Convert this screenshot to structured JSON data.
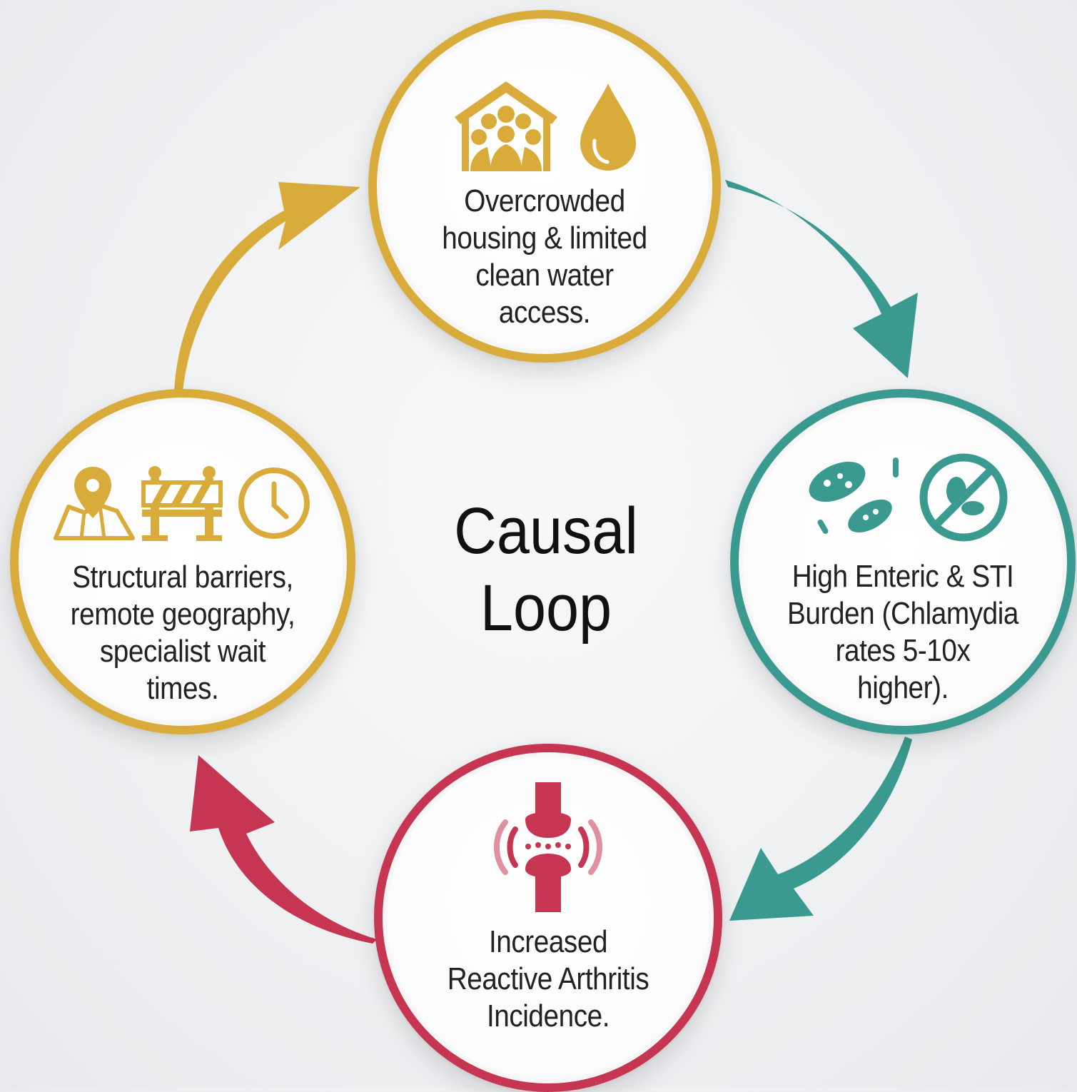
{
  "title": [
    "Causal",
    "Loop"
  ],
  "colors": {
    "gold": "#d9ab3a",
    "teal": "#3a9a8f",
    "crimson": "#c63552",
    "background": "#eef0f2"
  },
  "nodes": {
    "housing": {
      "lines": [
        "Overcrowded",
        "housing & limited",
        "clean water",
        "access."
      ],
      "icons": [
        "house-with-crowd-icon",
        "water-drop-icon"
      ],
      "color": "#d9ab3a"
    },
    "sti": {
      "lines": [
        "High Enteric & STI",
        "Burden (Chlamydia",
        "rates 5-10x",
        "higher)."
      ],
      "icons": [
        "bacteria-icon",
        "no-bacteria-icon"
      ],
      "color": "#3a9a8f"
    },
    "arthritis": {
      "lines": [
        "Increased",
        "Reactive Arthritis",
        "Incidence."
      ],
      "icons": [
        "inflamed-joint-icon"
      ],
      "color": "#c63552"
    },
    "barriers": {
      "lines": [
        "Structural barriers,",
        "remote geography,",
        "specialist wait",
        "times."
      ],
      "icons": [
        "map-pin-icon",
        "barrier-icon",
        "clock-icon"
      ],
      "color": "#d9ab3a"
    }
  },
  "arrows": [
    {
      "from": "housing",
      "to": "sti",
      "color": "#3a9a8f"
    },
    {
      "from": "sti",
      "to": "arthritis",
      "color": "#3a9a8f"
    },
    {
      "from": "arthritis",
      "to": "barriers",
      "color": "#c63552"
    },
    {
      "from": "barriers",
      "to": "housing",
      "color": "#d9ab3a"
    }
  ]
}
